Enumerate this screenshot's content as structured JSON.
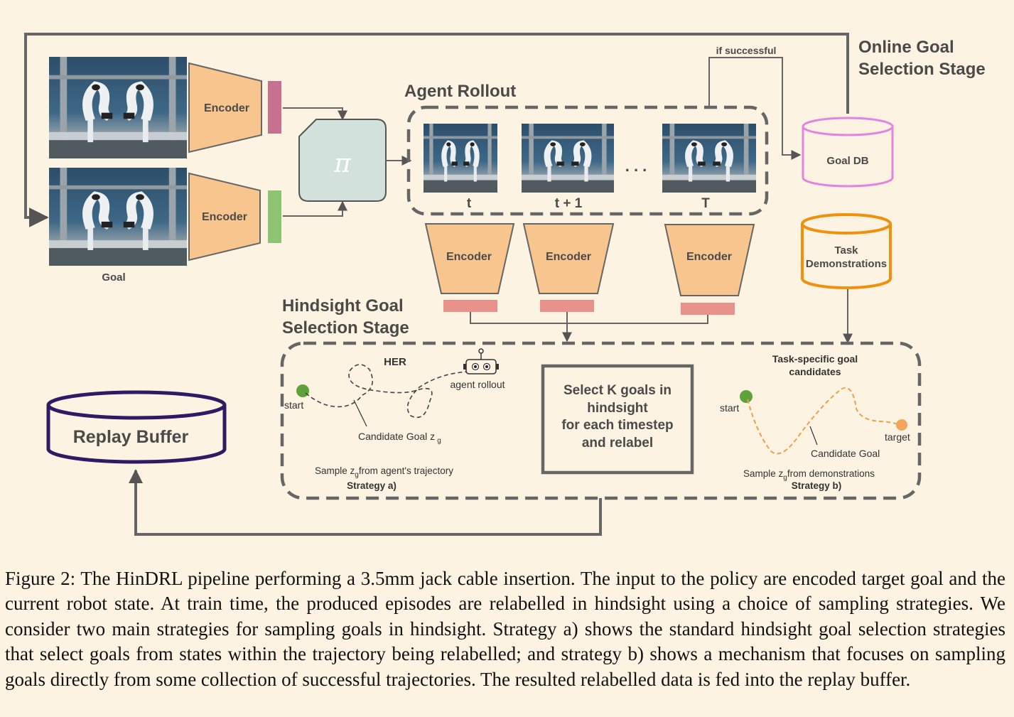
{
  "colors": {
    "background": "#fdf3e2",
    "encoder_fill": "#f8c58f",
    "arrow": "#666666",
    "goal_db": "#e384e0",
    "task_demo": "#f1900b",
    "replay_buffer": "#2e1b63",
    "strategy_label": "#1a1adb",
    "task_specific": "#f0a04b",
    "start_dot": "#5ea23a",
    "target_dot": "#f5a55a",
    "goal_embedding": "#c7708f",
    "state_embedding": "#8dc472",
    "timestep_embedding": "#e8908a",
    "policy_fill": "#d3e1dd"
  },
  "top": {
    "online_stage_line1": "Online Goal",
    "online_stage_line2": "Selection Stage",
    "if_successful": "if successful",
    "agent_rollout": "Agent Rollout",
    "goal_label": "Goal",
    "encoder": "Encoder",
    "policy_symbol": "π",
    "timesteps": [
      "t",
      "t + 1",
      "T"
    ],
    "ellipsis": ". . .",
    "goal_db": "Goal DB",
    "task_demo_line1": "Task",
    "task_demo_line2": "Demonstrations"
  },
  "hindsight": {
    "title_line1": "Hindsight Goal",
    "title_line2": "Selection Stage",
    "her": "HER",
    "agent_rollout": "agent rollout",
    "start": "start",
    "candidate_goal_a": "Candidate Goal z",
    "candidate_goal_a_sub": "g",
    "sample_a_prefix": "Sample z",
    "sample_a_sub": "g",
    "sample_a_suffix": "from agent's trajectory",
    "strategy_a": "Strategy a)",
    "select_line1": "Select K goals in",
    "select_line2": "hindsight",
    "select_line3": "for each timestep",
    "select_line4": "and relabel",
    "task_specific_line1": "Task-specific goal",
    "task_specific_line2": "candidates",
    "start_b": "start",
    "target": "target",
    "candidate_goal_b": "Candidate Goal",
    "sample_b_prefix": "Sample z",
    "sample_b_sub": "g",
    "sample_b_suffix": "from demonstrations",
    "strategy_b": "Strategy b)"
  },
  "replay_buffer": "Replay Buffer",
  "caption": {
    "label": "Figure 2:",
    "text": " The HinDRL pipeline performing a 3.5mm jack cable insertion. The input to the policy are encoded target goal and the current robot state. At train time, the produced episodes are relabelled in hindsight using a choice of sampling strategies. We consider two main strategies for sampling goals in hindsight. Strategy a) shows the standard hindsight goal selection strategies that select goals from states within the trajectory being relabelled; and strategy b) shows a mechanism that focuses on sampling goals directly from some collection of successful trajectories. The resulted relabelled data is fed into the replay buffer."
  }
}
